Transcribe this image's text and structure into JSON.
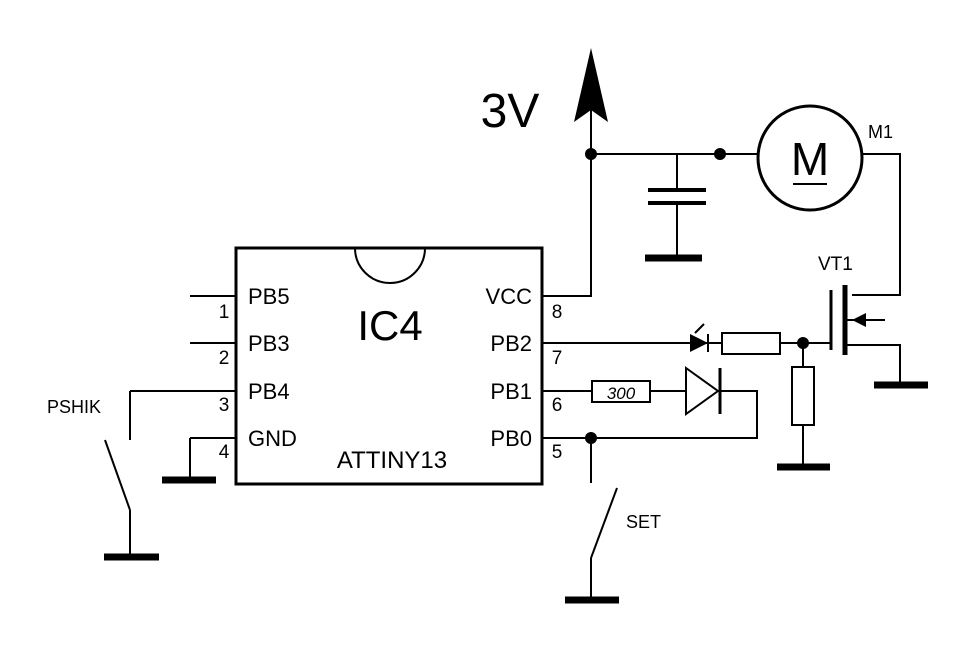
{
  "ic": {
    "ref": "IC4",
    "part": "ATTINY13",
    "pins_left": [
      {
        "num": "1",
        "name": "PB5"
      },
      {
        "num": "2",
        "name": "PB3"
      },
      {
        "num": "3",
        "name": "PB4"
      },
      {
        "num": "4",
        "name": "GND"
      }
    ],
    "pins_right": [
      {
        "num": "8",
        "name": "VCC"
      },
      {
        "num": "7",
        "name": "PB2"
      },
      {
        "num": "6",
        "name": "PB1"
      },
      {
        "num": "5",
        "name": "PB0"
      }
    ]
  },
  "supply": {
    "label": "3V"
  },
  "motor": {
    "ref": "M1",
    "symbol": "M"
  },
  "transistor": {
    "ref": "VT1"
  },
  "resistor_value": "300",
  "switches": {
    "left": "PSHIK",
    "right": "SET"
  }
}
